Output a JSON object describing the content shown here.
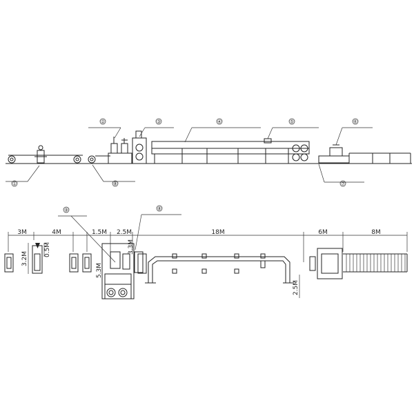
{
  "callouts": [
    "①",
    "②",
    "③",
    "④",
    "⑤",
    "⑥",
    "⑦",
    "⑧",
    "⑨"
  ],
  "dimensions": {
    "d_3m": "3M",
    "d_4m": "4M",
    "d_1_5m": "1.5M",
    "d_2_5m_top": "2.5M",
    "d_18m": "18M",
    "d_6m": "6M",
    "d_8m": "8M",
    "d_3_2m": "3.2M",
    "d_0_5m": "0.5M",
    "d_5_3m": "5.3M",
    "d_3_3m": "3.3M",
    "d_2_5m_side": "2.5M"
  }
}
